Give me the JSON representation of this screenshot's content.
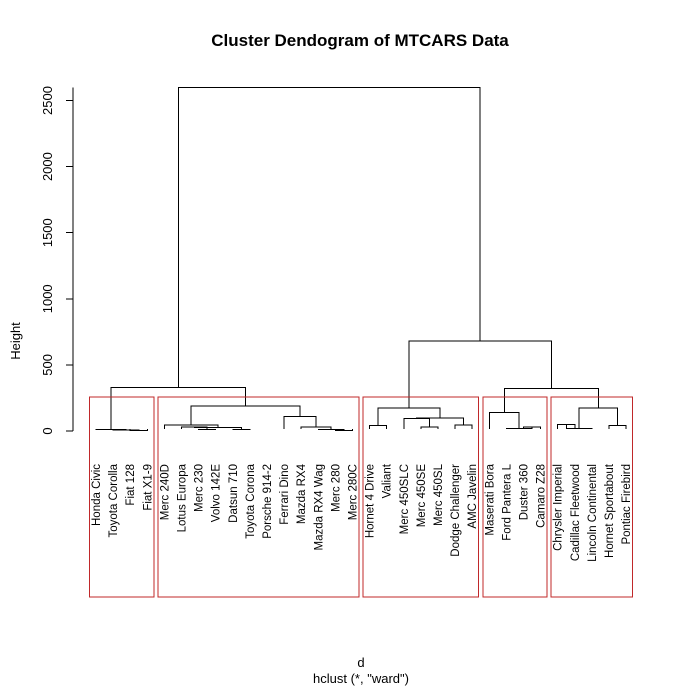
{
  "chart_data": {
    "type": "dendrogram",
    "title": "Cluster Dendogram of MTCARS Data",
    "ylabel": "Height",
    "xlabel": "d",
    "sublabel": "hclust (*, \"ward\")",
    "ylim": [
      0,
      2600
    ],
    "yticks": [
      0,
      500,
      1000,
      1500,
      2000,
      2500
    ],
    "leaves": [
      "Honda Civic",
      "Toyota Corolla",
      "Fiat 128",
      "Fiat X1-9",
      "Merc 240D",
      "Lotus Europa",
      "Merc 230",
      "Volvo 142E",
      "Datsun 710",
      "Toyota Corona",
      "Porsche 914-2",
      "Ferrari Dino",
      "Mazda RX4",
      "Mazda RX4 Wag",
      "Merc 280",
      "Merc 280C",
      "Hornet 4 Drive",
      "Valiant",
      "Merc 450SLC",
      "Merc 450SE",
      "Merc 450SL",
      "Dodge Challenger",
      "AMC Javelin",
      "Maserati Bora",
      "Ford Pantera L",
      "Duster 360",
      "Camaro Z28",
      "Chrysler Imperial",
      "Cadillac Fleetwood",
      "Lincoln Continental",
      "Hornet Sportabout",
      "Pontiac Firebird"
    ],
    "merges": [
      [
        2,
        3,
        3
      ],
      [
        1,
        32,
        8
      ],
      [
        0,
        33,
        13
      ],
      [
        6,
        7,
        13
      ],
      [
        8,
        9,
        13
      ],
      [
        5,
        35,
        30
      ],
      [
        36,
        37,
        26
      ],
      [
        4,
        38,
        45
      ],
      [
        14,
        15,
        5
      ],
      [
        13,
        40,
        12
      ],
      [
        12,
        41,
        30
      ],
      [
        11,
        42,
        108
      ],
      [
        39,
        43,
        190
      ],
      [
        34,
        44,
        330
      ],
      [
        16,
        17,
        42
      ],
      [
        19,
        20,
        30
      ],
      [
        18,
        47,
        95
      ],
      [
        21,
        22,
        45
      ],
      [
        48,
        49,
        100
      ],
      [
        46,
        50,
        175
      ],
      [
        25,
        26,
        30
      ],
      [
        24,
        52,
        20
      ],
      [
        23,
        53,
        140
      ],
      [
        27,
        28,
        50
      ],
      [
        29,
        55,
        20
      ],
      [
        30,
        31,
        42
      ],
      [
        56,
        57,
        175
      ],
      [
        54,
        58,
        320
      ],
      [
        51,
        59,
        680
      ],
      [
        45,
        60,
        2600
      ]
    ],
    "clusters": [
      {
        "from": 0,
        "to": 3
      },
      {
        "from": 4,
        "to": 15
      },
      {
        "from": 16,
        "to": 22
      },
      {
        "from": 23,
        "to": 26
      },
      {
        "from": 27,
        "to": 31
      }
    ],
    "cluster_color": "#c0282a"
  }
}
